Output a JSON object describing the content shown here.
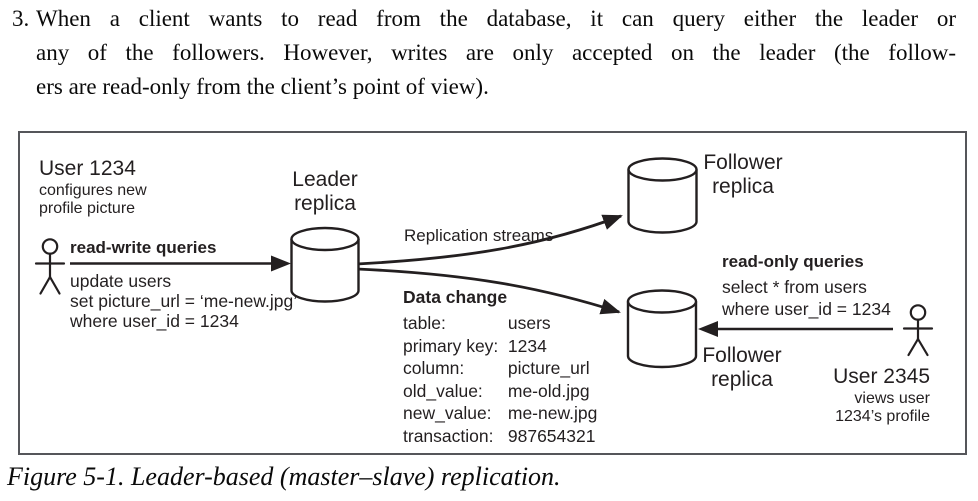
{
  "page": {
    "list_item": {
      "number": "3.",
      "lines": [
        "When a client wants to read from the database, it can query either the leader or",
        "any of the followers. However, writes are only accepted on the leader (the follow-",
        "ers are read-only from the client’s point of view)."
      ]
    },
    "caption": "Figure 5-1. Leader-based (master–slave) replication."
  },
  "diagram": {
    "ink_color": "#231f20",
    "left_client": {
      "title": "User 1234",
      "desc1": "configures new",
      "desc2": "profile picture",
      "query_label": "read-write queries",
      "query1": "update users",
      "query2": "set picture_url = ‘me-new.jpg’",
      "query3": "where user_id = 1234"
    },
    "leader": {
      "line1": "Leader",
      "line2": "replica"
    },
    "replication_label": "Replication streams",
    "data_change": {
      "title": "Data change",
      "rows": [
        {
          "label": "table:",
          "value": "users"
        },
        {
          "label": "primary key:",
          "value": "1234"
        },
        {
          "label": "column:",
          "value": "picture_url"
        },
        {
          "label": "old_value:",
          "value": "me-old.jpg"
        },
        {
          "label": "new_value:",
          "value": "me-new.jpg"
        },
        {
          "label": "transaction:",
          "value": "987654321"
        }
      ]
    },
    "follower_top": {
      "line1": "Follower",
      "line2": "replica"
    },
    "follower_bottom": {
      "line1": "Follower",
      "line2": "replica"
    },
    "right_client": {
      "query_label": "read-only queries",
      "query1": "select * from users",
      "query2": "where user_id = 1234",
      "title": "User 2345",
      "desc1": "views user",
      "desc2": "1234’s profile"
    }
  }
}
